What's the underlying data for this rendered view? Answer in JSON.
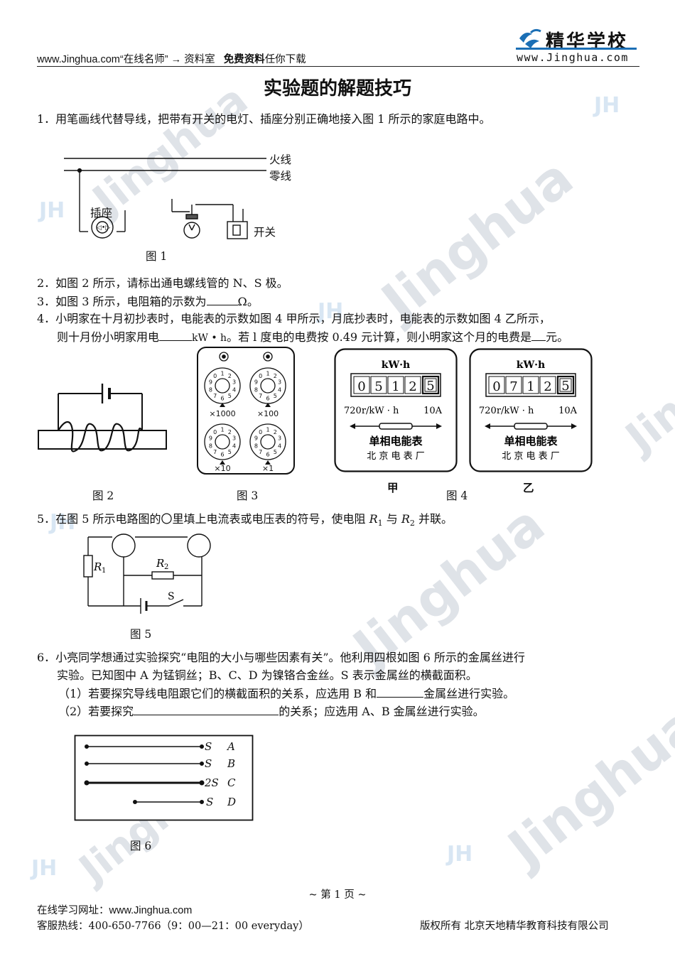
{
  "header": {
    "site": "www.Jinghua.com",
    "quote": "“在线名师”",
    "arrow": "→",
    "room": "资料室",
    "free_bold": "免费资料",
    "free_rest": "任你下载",
    "logo_name": "精华学校",
    "logo_url": "www.Jinghua.com"
  },
  "watermark": {
    "text": "Jinghua",
    "badge": "JH"
  },
  "title": "实验题的解题技巧",
  "q1": {
    "text": "1．用笔画线代替导线，把带有开关的电灯、插座分别正确地接入图 1 所示的家庭电路中。",
    "live_wire": "火线",
    "neutral_wire": "零线",
    "socket": "插座",
    "switch": "开关",
    "fig": "图 1"
  },
  "q2": {
    "text": "2．如图 2 所示，请标出通电螺线管的 N、S 极。"
  },
  "q3": {
    "pre": "3．如图 3 所示，电阻箱的示数为",
    "post": "Ω。"
  },
  "q4": {
    "line1": "4．小明家在十月初抄表时，电能表的示数如图 4 甲所示，月底抄表时，电能表的示数如图 4 乙所示，",
    "line2_pre": "则十月份小明家用电",
    "line2_unit": "kW • h",
    "line2_mid": "。若 l 度电的电费按 0.49 元计算，则小明家这个月的电费是",
    "line2_post": "元。"
  },
  "figs_row": {
    "fig2": "图 2",
    "fig3": "图 3",
    "fig4": "图 4",
    "jia": "甲",
    "yi": "乙"
  },
  "resistance_box": {
    "mult": [
      "×1000",
      "×100",
      "×10",
      "×1"
    ],
    "digits": [
      "1",
      "2",
      "3",
      "4",
      "5",
      "6",
      "7",
      "8",
      "9",
      "0"
    ]
  },
  "meter_jia": {
    "unit": "kW·h",
    "digits": [
      "0",
      "5",
      "1",
      "2",
      "5"
    ],
    "rate": "720r/kW · h",
    "amps": "10A",
    "name": "单相电能表",
    "maker": "北 京 电 表 厂"
  },
  "meter_yi": {
    "unit": "kW·h",
    "digits": [
      "0",
      "7",
      "1",
      "2",
      "5"
    ],
    "rate": "720r/kW · h",
    "amps": "10A",
    "name": "单相电能表",
    "maker": "北 京 电 表 厂"
  },
  "q5": {
    "pre": "5．在图 5 所示电路图的〇里填上电流表或电压表的符号，使电阻 ",
    "r1": "R",
    "r1_sub": "1",
    "mid": " 与 ",
    "r2": "R",
    "r2_sub": "2",
    "post": " 并联。",
    "label_r1": "R",
    "label_r1_sub": "1",
    "label_r2": "R",
    "label_r2_sub": "2",
    "label_s": "S",
    "fig": "图 5"
  },
  "q6": {
    "line1": "6．小亮同学想通过实验探究“电阻的大小与哪些因素有关”。他利用四根如图 6 所示的金属丝进行",
    "line2": "实验。已知图中 A 为锰铜丝；B、C、D 为镍铬合金丝。S 表示金属丝的横截面积。",
    "sub1_pre": "（1）若要探究导线电阻跟它们的横截面积的关系，应选用 B 和",
    "sub1_post": "金属丝进行实验。",
    "sub2_pre": "（2）若要探究",
    "sub2_post": "的关系；应选用 A、B 金属丝进行实验。",
    "wires": [
      {
        "area": "S",
        "name": "A"
      },
      {
        "area": "S",
        "name": "B"
      },
      {
        "area": "2S",
        "name": "C"
      },
      {
        "area": "S",
        "name": "D"
      }
    ],
    "fig": "图 6"
  },
  "footer": {
    "page": "~ 第 1 页 ~",
    "site_label": "在线学习网址：",
    "site_url": "www.Jinghua.com",
    "hotline_label": "客服热线：",
    "hotline": "400-650-7766（9：00—21：00 everyday）",
    "copyright": "版权所有  北京天地精华教育科技有限公司"
  }
}
